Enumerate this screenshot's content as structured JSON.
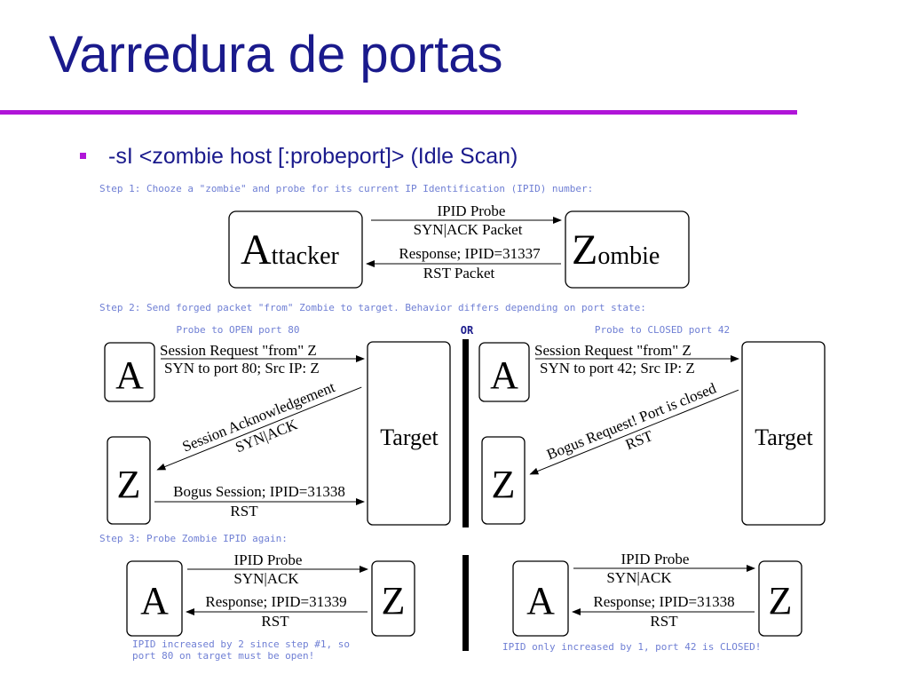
{
  "title": "Varredura de portas",
  "bullet": "-sI <zombie host [:probeport]> (Idle Scan)",
  "diagram": {
    "step1": {
      "header": "Step 1: Chooze a \"zombie\" and probe for its current IP Identification (IPID) number:",
      "attacker_initial": "A",
      "attacker_rest": "ttacker",
      "zombie_initial": "Z",
      "zombie_rest": "ombie",
      "probe_line1": "IPID Probe",
      "probe_line2": "SYN|ACK Packet",
      "response_line1": "Response; IPID=31337",
      "response_line2": "RST Packet"
    },
    "step2": {
      "header": "Step 2: Send forged packet \"from\" Zombie to target. Behavior differs depending on port state:",
      "open_caption": "Probe to OPEN port 80",
      "or_label": "OR",
      "closed_caption": "Probe to CLOSED port 42",
      "a_label": "A",
      "z_label": "Z",
      "target_label": "Target",
      "open_req_line1": "Session Request \"from\" Z",
      "open_req_line2": "SYN to port 80; Src IP: Z",
      "open_ack_line1": "Session Acknowledgement",
      "open_ack_line2": "SYN|ACK",
      "open_bogus_line1": "Bogus Session; IPID=31338",
      "open_bogus_line2": "RST",
      "closed_req_line1": "Session Request \"from\" Z",
      "closed_req_line2": "SYN to port 42; Src IP: Z",
      "closed_bogus_line1": "Bogus Request! Port is closed",
      "closed_bogus_line2": "RST"
    },
    "step3": {
      "header": "Step 3: Probe Zombie IPID again:",
      "a_label": "A",
      "z_label": "Z",
      "left_probe_line1": "IPID Probe",
      "left_probe_line2": "SYN|ACK",
      "left_response_line1": "Response; IPID=31339",
      "left_response_line2": "RST",
      "right_probe_line1": "IPID Probe",
      "right_probe_line2": "SYN|ACK",
      "right_response_line1": "Response; IPID=31338",
      "right_response_line2": "RST",
      "left_note_line1": "IPID increased by 2 since step #1, so",
      "left_note_line2": "port 80 on target must be open!",
      "right_note": "IPID only increased by 1, port 42 is CLOSED!"
    }
  }
}
